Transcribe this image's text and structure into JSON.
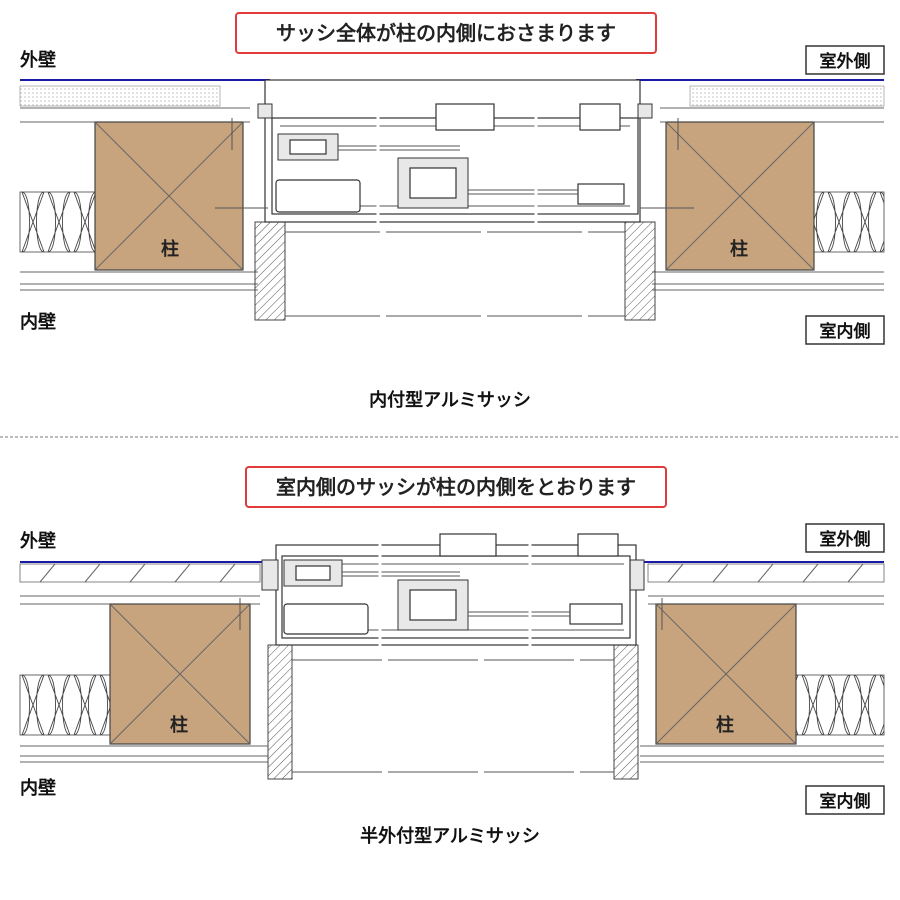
{
  "top": {
    "callout": "サッシ全体が柱の内側におさまります",
    "exterior_wall": "外壁",
    "interior_wall": "内壁",
    "outdoor_side": "室外側",
    "indoor_side": "室内側",
    "post_left": "柱",
    "post_right": "柱",
    "caption": "内付型アルミサッシ"
  },
  "bottom": {
    "callout": "室内側のサッシが柱の内側をとおります",
    "exterior_wall": "外壁",
    "interior_wall": "内壁",
    "outdoor_side": "室外側",
    "indoor_side": "室内側",
    "post_left": "柱",
    "post_right": "柱",
    "caption": "半外付型アルミサッシ"
  },
  "colors": {
    "callout_border": "#e23b3b",
    "post_fill": "#c8a47e",
    "exterior_line": "#1a1aa8"
  }
}
